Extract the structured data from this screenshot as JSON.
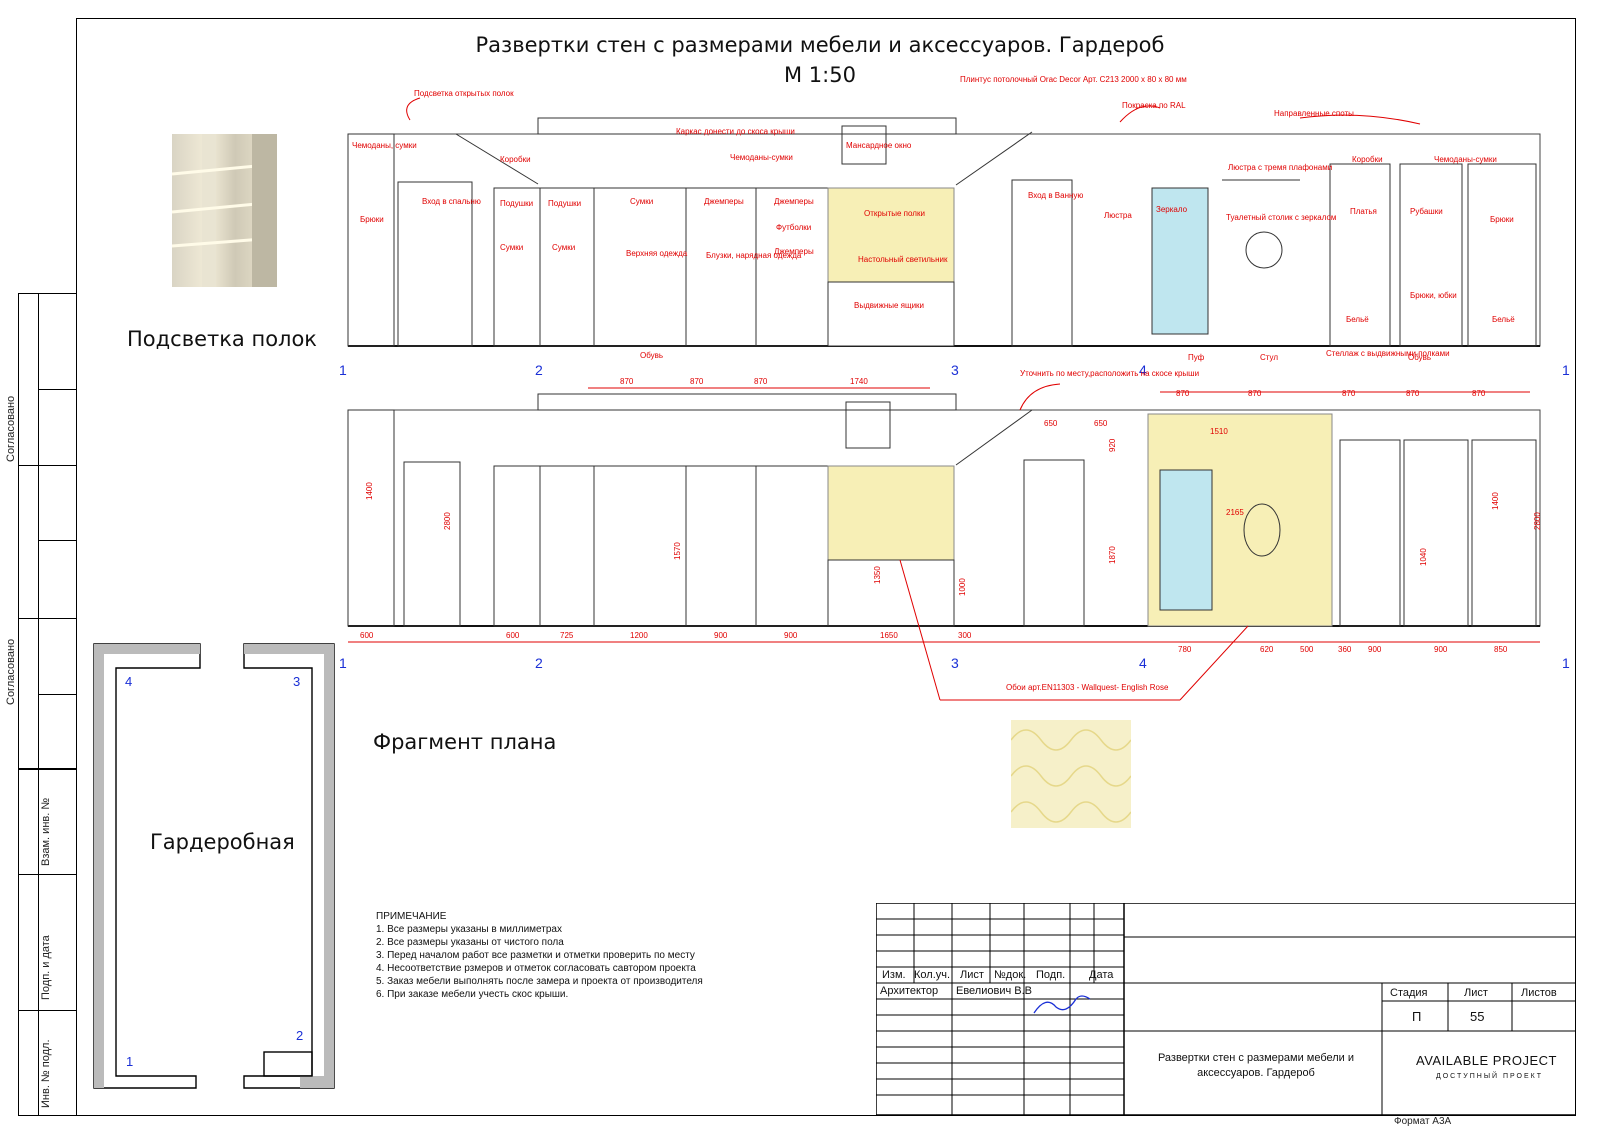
{
  "header": {
    "title_line1": "Развертки стен с размерами мебели и аксессуаров. Гардероб",
    "title_line2": "М 1:50"
  },
  "labels": {
    "shelf_lighting": "Подсветка полок",
    "plan_fragment": "Фрагмент плана",
    "room_name": "Гардеробная"
  },
  "side_stamps": [
    "Согласовано",
    "Согласовано",
    "Взам. инв. №",
    "Подп. и дата",
    "Инв. № подл."
  ],
  "axis_numbers_top": [
    "1",
    "2",
    "3",
    "4",
    "1"
  ],
  "axis_numbers_bottom": [
    "1",
    "2",
    "3",
    "4",
    "1"
  ],
  "plan_corners": [
    "4",
    "3",
    "2",
    "1"
  ],
  "elevation_top_labels": [
    "Чемоданы, сумки",
    "Подсветка открытых полок",
    "Вход в спальню",
    "Брюки",
    "Коробки",
    "Подушки",
    "Подушки",
    "Сумки",
    "Сумки",
    "Каркас донести до скоса крыши",
    "Чемоданы-сумки",
    "Мансардное окно",
    "Сумки",
    "Джемперы",
    "Футболки",
    "Джемперы",
    "Джемперы",
    "Верхняя одежда",
    "Блузки, нарядная одежда",
    "Открытые полки",
    "Настольный светильник",
    "Выдвижные ящики",
    "Обувь",
    "Плинтус потолочный Orac Decor Арт. С213 2000 х 80 х 80 мм",
    "Покраска по RAL",
    "Вход в Ванную",
    "Люстра",
    "Зеркало",
    "Люстра с тремя плафонами",
    "Туалетный столик с зеркалом",
    "Направленные споты",
    "Коробки",
    "Чемоданы-сумки",
    "Платья",
    "Рубашки",
    "Брюки",
    "Брюки, юбки",
    "Бельё",
    "Бельё",
    "Пуф",
    "Стул",
    "Стеллаж с выдвижными полками",
    "Обувь"
  ],
  "dimensions_top": [
    "870",
    "870",
    "870",
    "1740",
    "650",
    "650",
    "1510",
    "870",
    "870",
    "870",
    "870",
    "870"
  ],
  "dimensions_bottom": [
    "600",
    "600",
    "725",
    "1200",
    "900",
    "900",
    "1650",
    "300",
    "780",
    "620",
    "500",
    "360",
    "900",
    "900",
    "850"
  ],
  "dimensions_vertical": [
    "2800",
    "2800",
    "1400",
    "1570",
    "1350",
    "1000",
    "1870",
    "920",
    "2165",
    "1040",
    "1400"
  ],
  "callout_wallpaper": "Обои арт.EN11303 - Wallquest- English Rose",
  "callout_clarify": "Уточнить по месту,расположить на скосе крыши",
  "notes": {
    "heading": "ПРИМЕЧАНИЕ",
    "items": [
      "1. Все размеры указаны в миллиметрах",
      "2. Все размеры указаны от чистого пола",
      "3. Перед началом работ все разметки и отметки проверить по месту",
      "4. Несоответствие рзмеров и отметок согласовать савтором проекта",
      "5. Заказ мебели выполнять после замера и проекта от производителя",
      "6. При заказе мебели учесть скос крыши."
    ]
  },
  "title_block": {
    "col_headers": [
      "Изм.",
      "Кол.уч.",
      "Лист",
      "№док.",
      "Подп.",
      "Дата"
    ],
    "role": "Архитектор",
    "name": "Евелиович В.В",
    "stage_header": "Стадия",
    "sheet_header": "Лист",
    "sheets_header": "Листов",
    "stage": "П",
    "sheet": "55",
    "sheets": "",
    "drawing_title": "Развертки стен с размерами мебели и аксессуаров. Гардероб",
    "company": "AVAILABLE PROJECT",
    "company_sub": "ДОСТУПНЫЙ ПРОЕКТ",
    "format": "Формат А3А"
  },
  "colors": {
    "annotation": "#e00000",
    "axis_numbers": "#1a2fd6",
    "highlight_wall": "#f7efb6"
  }
}
